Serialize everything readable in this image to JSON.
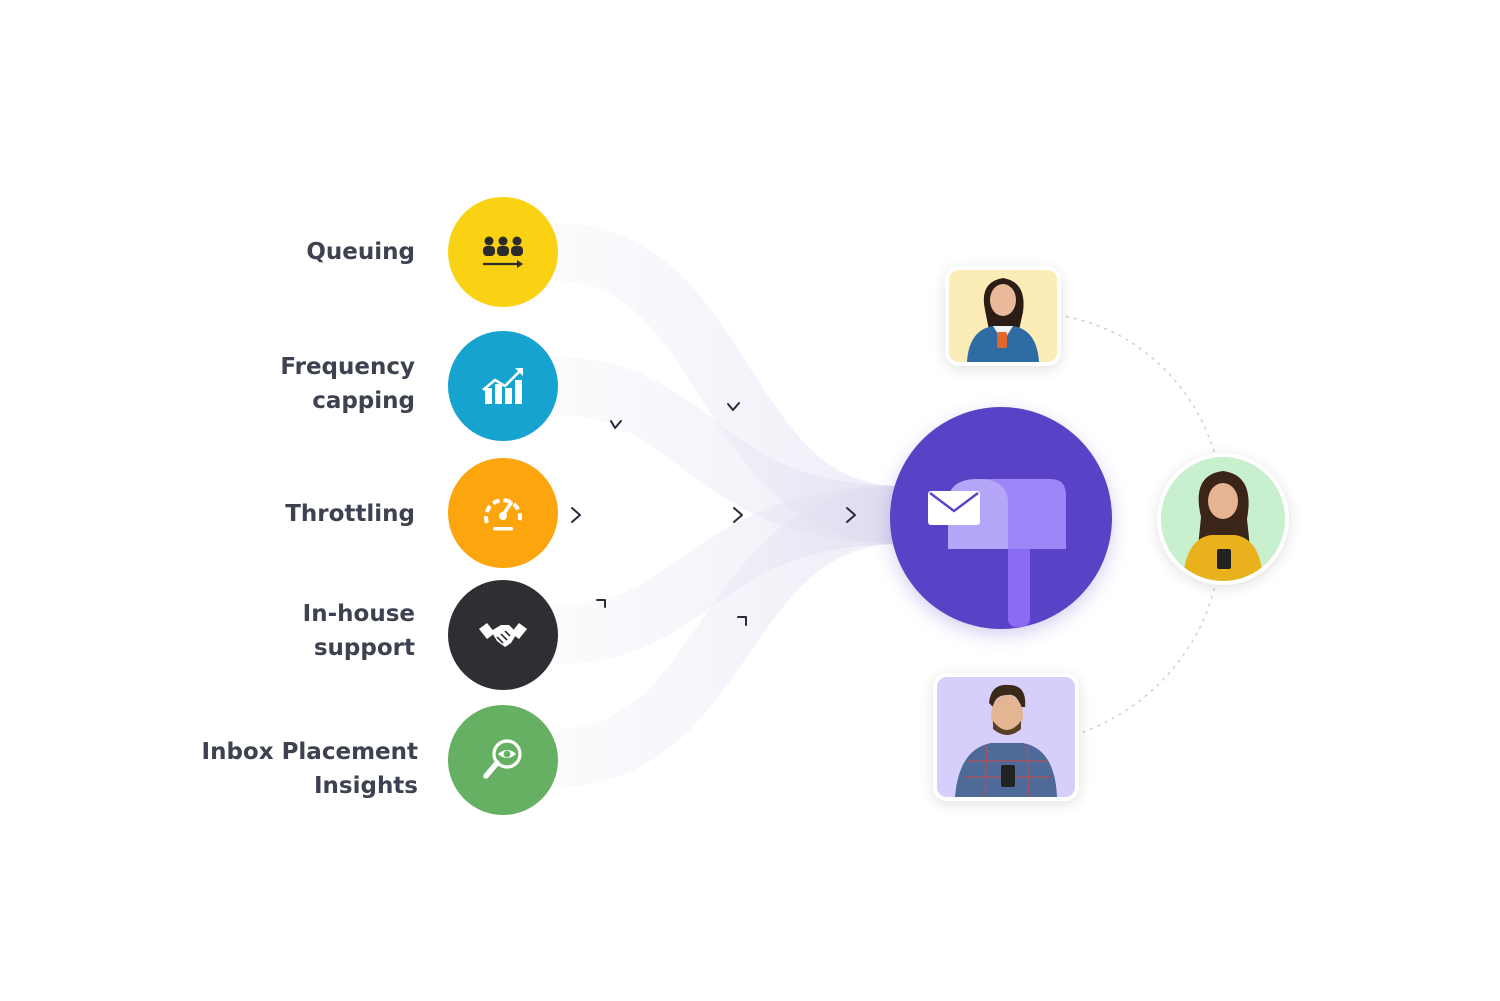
{
  "features": [
    {
      "id": "queuing",
      "lines": [
        "Queuing"
      ],
      "icon": "queue-people-icon",
      "color": "#f9d313"
    },
    {
      "id": "frequency-capping",
      "lines": [
        "Frequency",
        "capping"
      ],
      "icon": "bar-chart-trend-icon",
      "color": "#16a3cf"
    },
    {
      "id": "throttling",
      "lines": [
        "Throttling"
      ],
      "icon": "speedometer-icon",
      "color": "#fca50e"
    },
    {
      "id": "in-house-support",
      "lines": [
        "In-house",
        "support"
      ],
      "icon": "handshake-icon",
      "color": "#2e2f33"
    },
    {
      "id": "inbox-placement-insights",
      "lines": [
        "Inbox Placement",
        "Insights"
      ],
      "icon": "magnifier-eye-icon",
      "color": "#66b063"
    }
  ],
  "hub": {
    "icon": "mailbox-icon",
    "color": "#5a42c6"
  },
  "recipients": [
    {
      "id": "recipient-woman-blue-jacket",
      "bg": "#fcecb7"
    },
    {
      "id": "recipient-woman-yellow-top",
      "bg": "#c8f0cf"
    },
    {
      "id": "recipient-man-plaid-shirt",
      "bg": "#d6cffb"
    }
  ],
  "colors": {
    "label_text": "#3d4150",
    "flow_band": "#e8e6f2",
    "arrow": "#2a2a3a"
  }
}
